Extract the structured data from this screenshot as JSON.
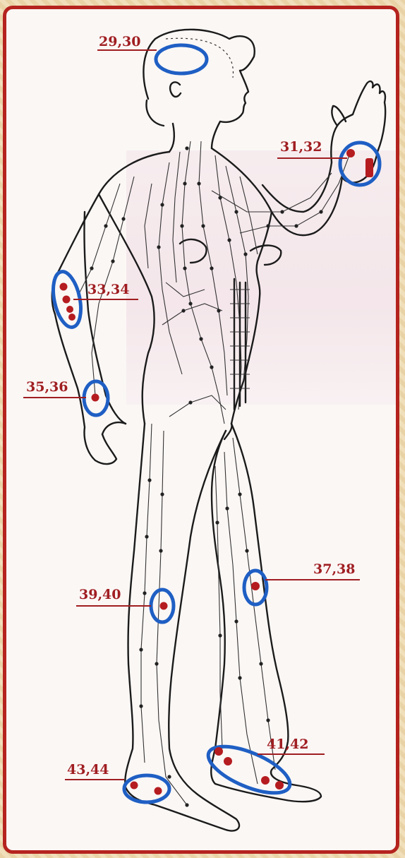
{
  "labels": {
    "l2930": "29,30",
    "l3132": "31,32",
    "l3334": "33,34",
    "l3536": "35,36",
    "l3738": "37,38",
    "l3940": "39,40",
    "l4142": "41,42",
    "l4344": "43,44"
  },
  "colors": {
    "frame_border": "#b5231f",
    "label_text": "#a01e22",
    "ring": "#1f5fc4",
    "point": "#b51c20",
    "background": "#fbf7f5"
  },
  "icons": [
    "human-figure-acupuncture-meridians"
  ]
}
